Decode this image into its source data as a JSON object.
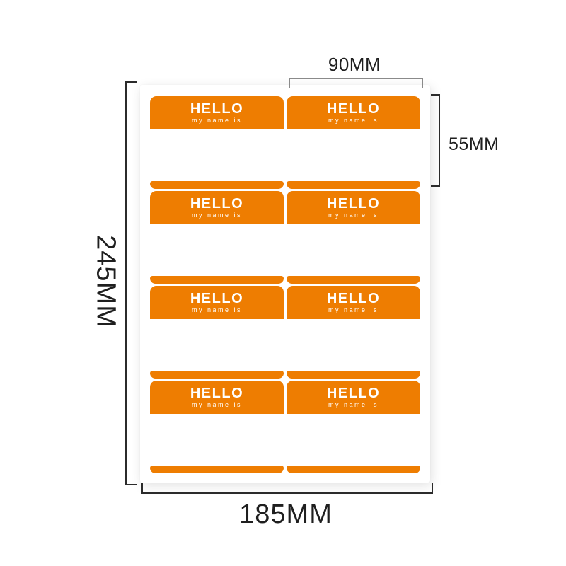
{
  "dimensions": {
    "sticker_width": "90MM",
    "sticker_height": "55MM",
    "sheet_height": "245MM",
    "sheet_width": "185MM"
  },
  "sticker": {
    "heading": "HELLO",
    "subheading": "my name is",
    "rows": 4,
    "columns": 2,
    "count": 8
  },
  "colors": {
    "sticker_orange": "#ee7d01",
    "sheet_white": "#ffffff",
    "background_white": "#ffffff",
    "dimension_line_dark": "#2b2b2b",
    "dimension_line_gray": "#8a8a8a",
    "dimension_text": "#1f1f1f",
    "sticker_text": "#ffffff"
  }
}
